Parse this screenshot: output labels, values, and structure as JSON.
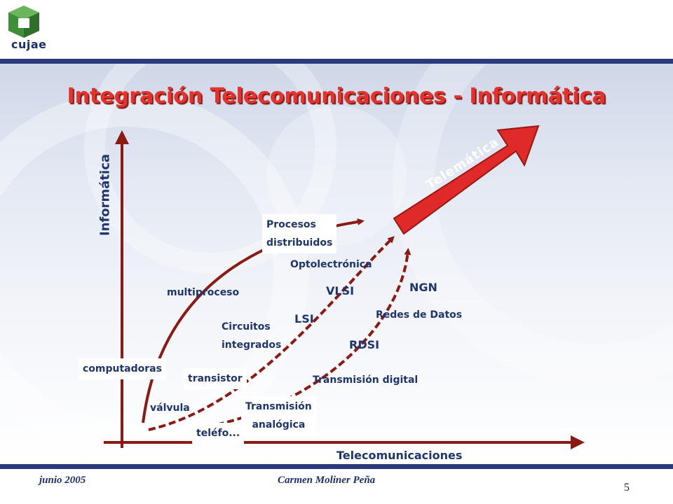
{
  "logo": {
    "text": "cujae"
  },
  "title": "Integración Telecomunicaciones - Informática",
  "axes": {
    "x": "Telecomunicaciones",
    "y": "Informática"
  },
  "arrow_label": "Telemática",
  "labels": {
    "procesos_line1": "Procesos",
    "procesos_line2": "distribuidos",
    "optolectronica": "Optolectrónica",
    "multiproceso": "multiproceso",
    "vlsi": "VLSI",
    "ngn": "NGN",
    "redes_datos": "Redes de Datos",
    "lsi": "LSI",
    "circuitos_line1": "Circuitos",
    "circuitos_line2": "integrados",
    "rdsi": "RDSI",
    "computadoras": "computadoras",
    "transistor": "transistor",
    "transmision_digital": "Transmisión digital",
    "valvula": "válvula",
    "transmision_analogica_line1": "Transmisión",
    "transmision_analogica_line2": "analógica",
    "telefono": "teléfo..."
  },
  "footer": {
    "date": "junio 2005",
    "author": "Carmen Moliner Peña",
    "page": "5"
  },
  "colors": {
    "title": "#e5322d",
    "curve": "#8b1a14",
    "text": "#1f3570",
    "band": "#2a3a7c",
    "arrow": "#e02a2a"
  }
}
